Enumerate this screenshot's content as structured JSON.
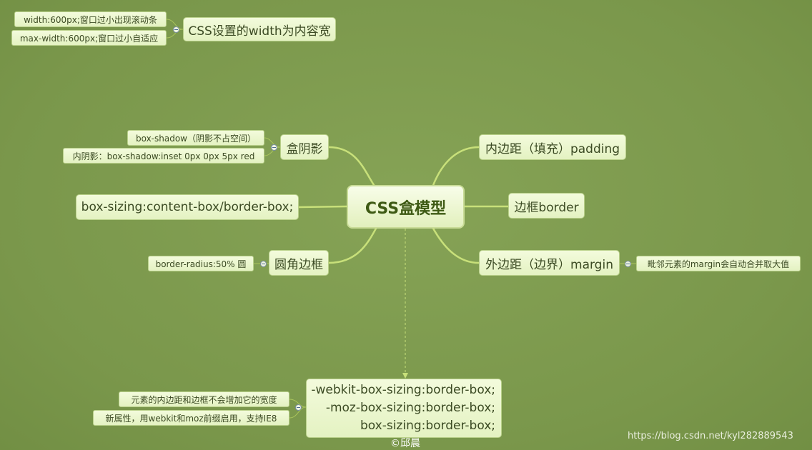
{
  "center": "CSS盒模型",
  "branches": {
    "width": {
      "label": "CSS设置的width为内容宽",
      "items": [
        "width:600px;窗口过小出现滚动条",
        "max-width:600px;窗口过小自适应"
      ]
    },
    "shadow": {
      "label": "盒阴影",
      "items": [
        "box-shadow（阴影不占空间）",
        "内阴影：box-shadow:inset 0px 0px 5px red"
      ]
    },
    "box_sizing": {
      "label": "box-sizing:content-box/border-box;"
    },
    "radius": {
      "label": "圆角边框",
      "items": [
        "border-radius:50% 圆"
      ]
    },
    "padding": {
      "label": "内边距（填充）padding"
    },
    "border": {
      "label": "边框border"
    },
    "margin": {
      "label": "外边距（边界）margin",
      "items": [
        "毗邻元素的margin会自动合并取大值"
      ]
    },
    "prefix": {
      "lines": [
        "-webkit-box-sizing:border-box;",
        "-moz-box-sizing:border-box;",
        "box-sizing:border-box;"
      ],
      "items": [
        "元素的内边距和边框不会增加它的宽度",
        "新属性，用webkit和moz前缀启用，支持IE8"
      ]
    }
  },
  "signature": "©邱晨",
  "watermark": "https://blog.csdn.net/kyl282889543"
}
